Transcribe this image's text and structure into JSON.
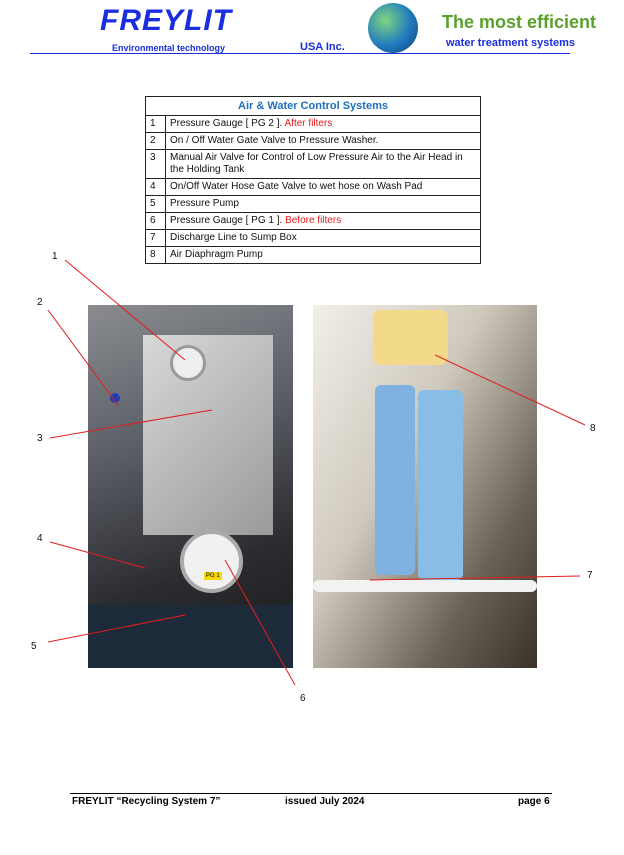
{
  "header": {
    "logo_text": "FREYLIT",
    "logo_subtitle": "Environmental technology",
    "logo_company": "USA Inc.",
    "tagline_1": "The most efficient",
    "tagline_2": "water treatment systems"
  },
  "table": {
    "title": "Air & Water Control Systems",
    "rows": [
      {
        "n": "1",
        "text": "Pressure Gauge [ PG 2 ]. ",
        "note": "After filters"
      },
      {
        "n": "2",
        "text": "On / Off Water Gate Valve to Pressure Washer.",
        "note": ""
      },
      {
        "n": "3",
        "text": "Manual Air Valve for Control of Low Pressure Air to the Air Head in the Holding Tank",
        "note": ""
      },
      {
        "n": "4",
        "text": "On/Off Water Hose Gate Valve to wet hose on Wash Pad",
        "note": ""
      },
      {
        "n": "5",
        "text": "Pressure Pump",
        "note": ""
      },
      {
        "n": "6",
        "text": "Pressure Gauge [ PG 1 ]. ",
        "note": "Before  filters"
      },
      {
        "n": "7",
        "text": "Discharge Line to Sump Box",
        "note": ""
      },
      {
        "n": "8",
        "text": " Air Diaphragm Pump",
        "note": ""
      }
    ]
  },
  "callouts": [
    "1",
    "2",
    "3",
    "4",
    "5",
    "6",
    "7",
    "8"
  ],
  "gauge_label": "PG 1",
  "footer": {
    "title": "FREYLIT “Recycling System 7”",
    "issued": "issued July 2024",
    "page": "page 6"
  }
}
